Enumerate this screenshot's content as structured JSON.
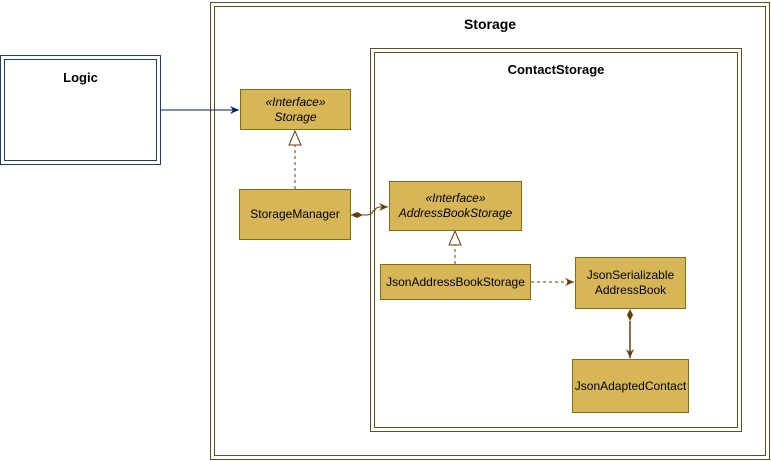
{
  "diagram": {
    "storage_package": {
      "title": "Storage"
    },
    "contact_storage_package": {
      "title": "ContactStorage"
    },
    "logic_package": {
      "title": "Logic"
    },
    "nodes": {
      "storage_interface": {
        "stereotype": "«Interface»",
        "name": "Storage"
      },
      "storage_manager": {
        "name": "StorageManager"
      },
      "address_book_storage_interface": {
        "stereotype": "«Interface»",
        "name": "AddressBookStorage"
      },
      "json_address_book_storage": {
        "name": "JsonAddressBookStorage"
      },
      "json_serializable_address_book": {
        "line1": "JsonSerializable",
        "line2": "AddressBook"
      },
      "json_adapted_contact": {
        "name": "JsonAdaptedContact"
      }
    },
    "colors": {
      "node_fill": "#d6b656",
      "node_border": "#8a6a12",
      "edge_brown": "#6b3c0a",
      "logic_edge": "#001f6b"
    }
  }
}
